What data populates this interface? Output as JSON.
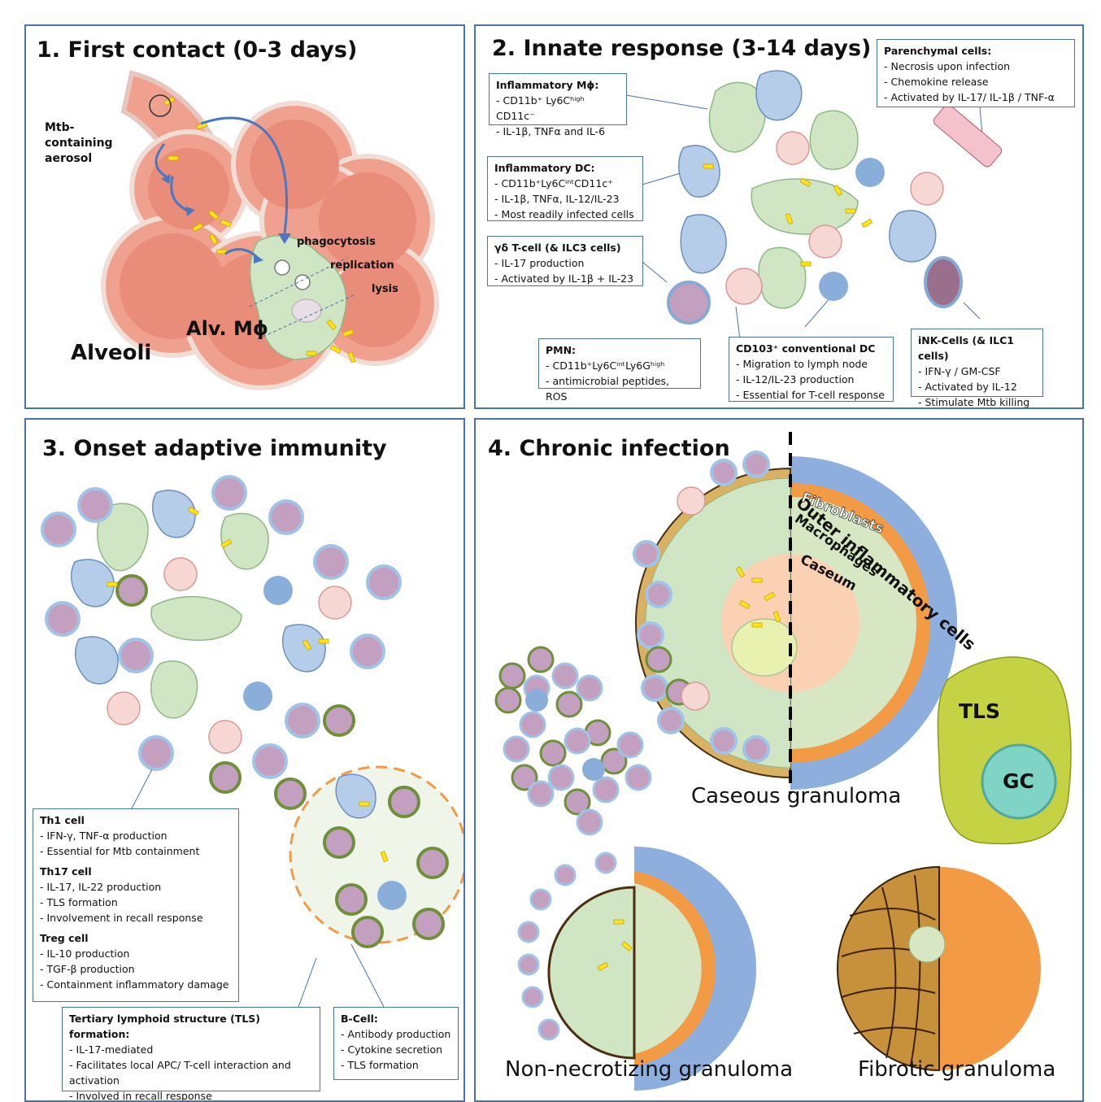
{
  "panel1": {
    "title": "1. First contact (0-3 days)",
    "aerosol_label": "Mtb-containing aerosol",
    "phagocytosis": "phagocytosis",
    "replication": "replication",
    "lysis": "lysis",
    "alv_mac": "Alv. Mϕ",
    "alveoli": "Alveoli"
  },
  "panel2": {
    "title": "2. Innate response (3-14 days)",
    "boxes": {
      "inflam_mac": {
        "title": "Inflammatory Mϕ:",
        "items": [
          "CD11b⁺ Ly6Cʰⁱᵍʰ CD11c⁻",
          "IL-1β, TNFα and IL-6"
        ]
      },
      "inflam_dc": {
        "title": "Inflammatory DC:",
        "items": [
          "CD11b⁺Ly6CⁱⁿᵗCD11c⁺",
          "IL-1β, TNFα, IL-12/IL-23",
          "Most readily infected cells"
        ]
      },
      "gd_tcell": {
        "title": "γδ T-cell (& ILC3 cells)",
        "items": [
          "IL-17 production",
          "Activated by IL-1β + IL-23"
        ]
      },
      "parenchymal": {
        "title": "Parenchymal cells:",
        "items": [
          "Necrosis upon infection",
          "Chemokine release",
          "Activated by IL-17/ IL-1β / TNF-α"
        ]
      },
      "pmn": {
        "title": "PMN:",
        "items": [
          "CD11b⁺Ly6CⁱⁿᵗLy6Gʰⁱᵍʰ",
          "antimicrobial peptides, ROS"
        ]
      },
      "cd103": {
        "title": "CD103⁺ conventional DC",
        "items": [
          "Migration to lymph node",
          "IL-12/IL-23 production",
          "Essential for T-cell response"
        ]
      },
      "inkcells": {
        "title": "iNK-Cells (& ILC1 cells)",
        "items": [
          "IFN-γ / GM-CSF",
          "Activated by IL-12",
          "Stimulate Mtb killing"
        ]
      }
    }
  },
  "panel3": {
    "title": "3. Onset adaptive immunity",
    "th_box": {
      "th1_title": "Th1 cell",
      "th1_items": [
        "IFN-γ, TNF-α production",
        "Essential for Mtb containment"
      ],
      "th17_title": "Th17 cell",
      "th17_items": [
        "IL-17, IL-22 production",
        "TLS formation",
        "Involvement in recall response"
      ],
      "treg_title": "Treg cell",
      "treg_items": [
        "IL-10 production",
        "TGF-β production",
        "Containment inflammatory damage"
      ]
    },
    "tls_box": {
      "title": "Tertiary lymphoid structure (TLS) formation:",
      "items": [
        "IL-17-mediated",
        "Facilitates local APC/ T-cell interaction and activation",
        "Involved in recall response"
      ]
    },
    "bcell_box": {
      "title": "B-Cell:",
      "items": [
        "Antibody production",
        "Cytokine secretion",
        "TLS formation"
      ]
    }
  },
  "panel4": {
    "title": "4. Chronic infection",
    "layers": [
      "Outer inflammatory cells",
      "Fibroblasts",
      "Macrophages",
      "Caseum"
    ],
    "caseous": "Caseous granuloma",
    "non_necrotizing": "Non-necrotizing granuloma",
    "fibrotic": "Fibrotic granuloma",
    "tls": "TLS",
    "gc": "GC"
  },
  "colors": {
    "frame": "#4a72b0",
    "alveoli": "#f0a08e",
    "macrophage": "#cfe5c4",
    "tcell": "#c4a0c0",
    "bacteria": "#ffe31a",
    "orange": "#f39a45",
    "blue": "#8eaede",
    "tls": "#c4d244"
  }
}
